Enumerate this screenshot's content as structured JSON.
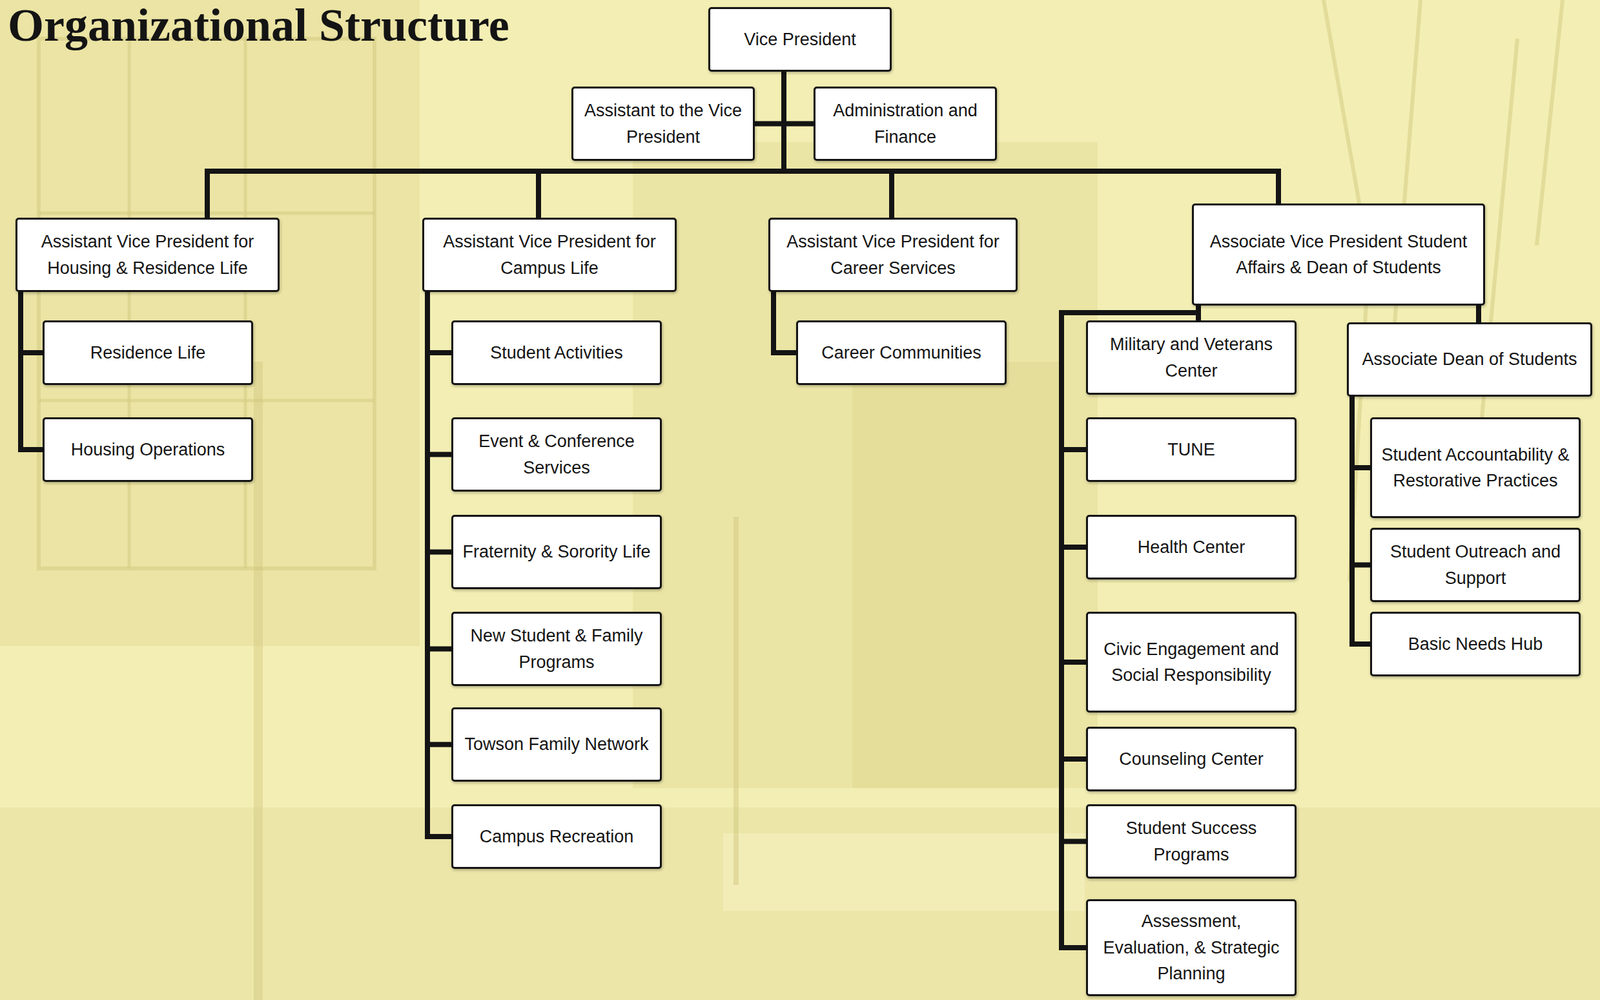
{
  "diagram": {
    "title": "Organizational Structure",
    "nodes": [
      {
        "text": [
          "Vice President"
        ]
      },
      {
        "text": [
          "Assistant to the Vice President"
        ]
      },
      {
        "text": [
          "Administration and Finance"
        ]
      },
      {
        "text": [
          "Assistant Vice President for Housing & Residence Life"
        ]
      },
      {
        "text": [
          "Residence Life"
        ]
      },
      {
        "text": [
          "Housing Operations"
        ]
      },
      {
        "text": [
          "Assistant Vice President for Campus Life"
        ]
      },
      {
        "text": [
          "Student Activities"
        ]
      },
      {
        "text": [
          "Event & Conference Services"
        ]
      },
      {
        "text": [
          "Fraternity & Sorority Life"
        ]
      },
      {
        "text": [
          "New Student & Family Programs"
        ]
      },
      {
        "text": [
          "Towson Family Network"
        ]
      },
      {
        "text": [
          "Campus Recreation"
        ]
      },
      {
        "text": [
          "Assistant Vice President for Career Services"
        ]
      },
      {
        "text": [
          "Career Communities"
        ]
      },
      {
        "text": [
          "Associate Vice President Student Affairs & Dean of Students"
        ]
      },
      {
        "text": [
          "Military and Veterans Center"
        ]
      },
      {
        "text": [
          "TUNE"
        ]
      },
      {
        "text": [
          "Health Center"
        ]
      },
      {
        "text": [
          "Civic Engagement and Social Responsibility"
        ]
      },
      {
        "text": [
          "Counseling Center"
        ]
      },
      {
        "text": [
          "Student Success Programs"
        ]
      },
      {
        "text": [
          "Assessment, Evaluation, & Strategic Planning"
        ]
      },
      {
        "text": [
          "Associate Dean of Students"
        ]
      },
      {
        "text": [
          "Student Accountability & Restorative Practices"
        ]
      },
      {
        "text": [
          "Student Outreach and Support"
        ]
      },
      {
        "text": [
          "Basic Needs Hub"
        ]
      }
    ],
    "edges": [
      {
        "from": 0,
        "to": 1,
        "arrow": "none"
      },
      {
        "from": 0,
        "to": 2,
        "arrow": "none"
      },
      {
        "from": 0,
        "to": 3,
        "arrow": "none"
      },
      {
        "from": 0,
        "to": 6,
        "arrow": "none"
      },
      {
        "from": 0,
        "to": 13,
        "arrow": "none"
      },
      {
        "from": 0,
        "to": 15,
        "arrow": "none"
      },
      {
        "from": 3,
        "to": 4,
        "arrow": "none"
      },
      {
        "from": 3,
        "to": 5,
        "arrow": "none"
      },
      {
        "from": 6,
        "to": 7,
        "arrow": "none"
      },
      {
        "from": 6,
        "to": 8,
        "arrow": "none"
      },
      {
        "from": 6,
        "to": 9,
        "arrow": "none"
      },
      {
        "from": 6,
        "to": 10,
        "arrow": "none"
      },
      {
        "from": 6,
        "to": 11,
        "arrow": "none"
      },
      {
        "from": 6,
        "to": 12,
        "arrow": "none"
      },
      {
        "from": 13,
        "to": 14,
        "arrow": "none"
      },
      {
        "from": 15,
        "to": 16,
        "arrow": "none"
      },
      {
        "from": 15,
        "to": 17,
        "arrow": "none"
      },
      {
        "from": 15,
        "to": 18,
        "arrow": "none"
      },
      {
        "from": 15,
        "to": 19,
        "arrow": "none"
      },
      {
        "from": 15,
        "to": 20,
        "arrow": "none"
      },
      {
        "from": 15,
        "to": 21,
        "arrow": "none"
      },
      {
        "from": 15,
        "to": 22,
        "arrow": "none"
      },
      {
        "from": 15,
        "to": 23,
        "arrow": "none"
      },
      {
        "from": 23,
        "to": 24,
        "arrow": "none"
      },
      {
        "from": 23,
        "to": 25,
        "arrow": "none"
      },
      {
        "from": 23,
        "to": 26,
        "arrow": "none"
      }
    ]
  }
}
